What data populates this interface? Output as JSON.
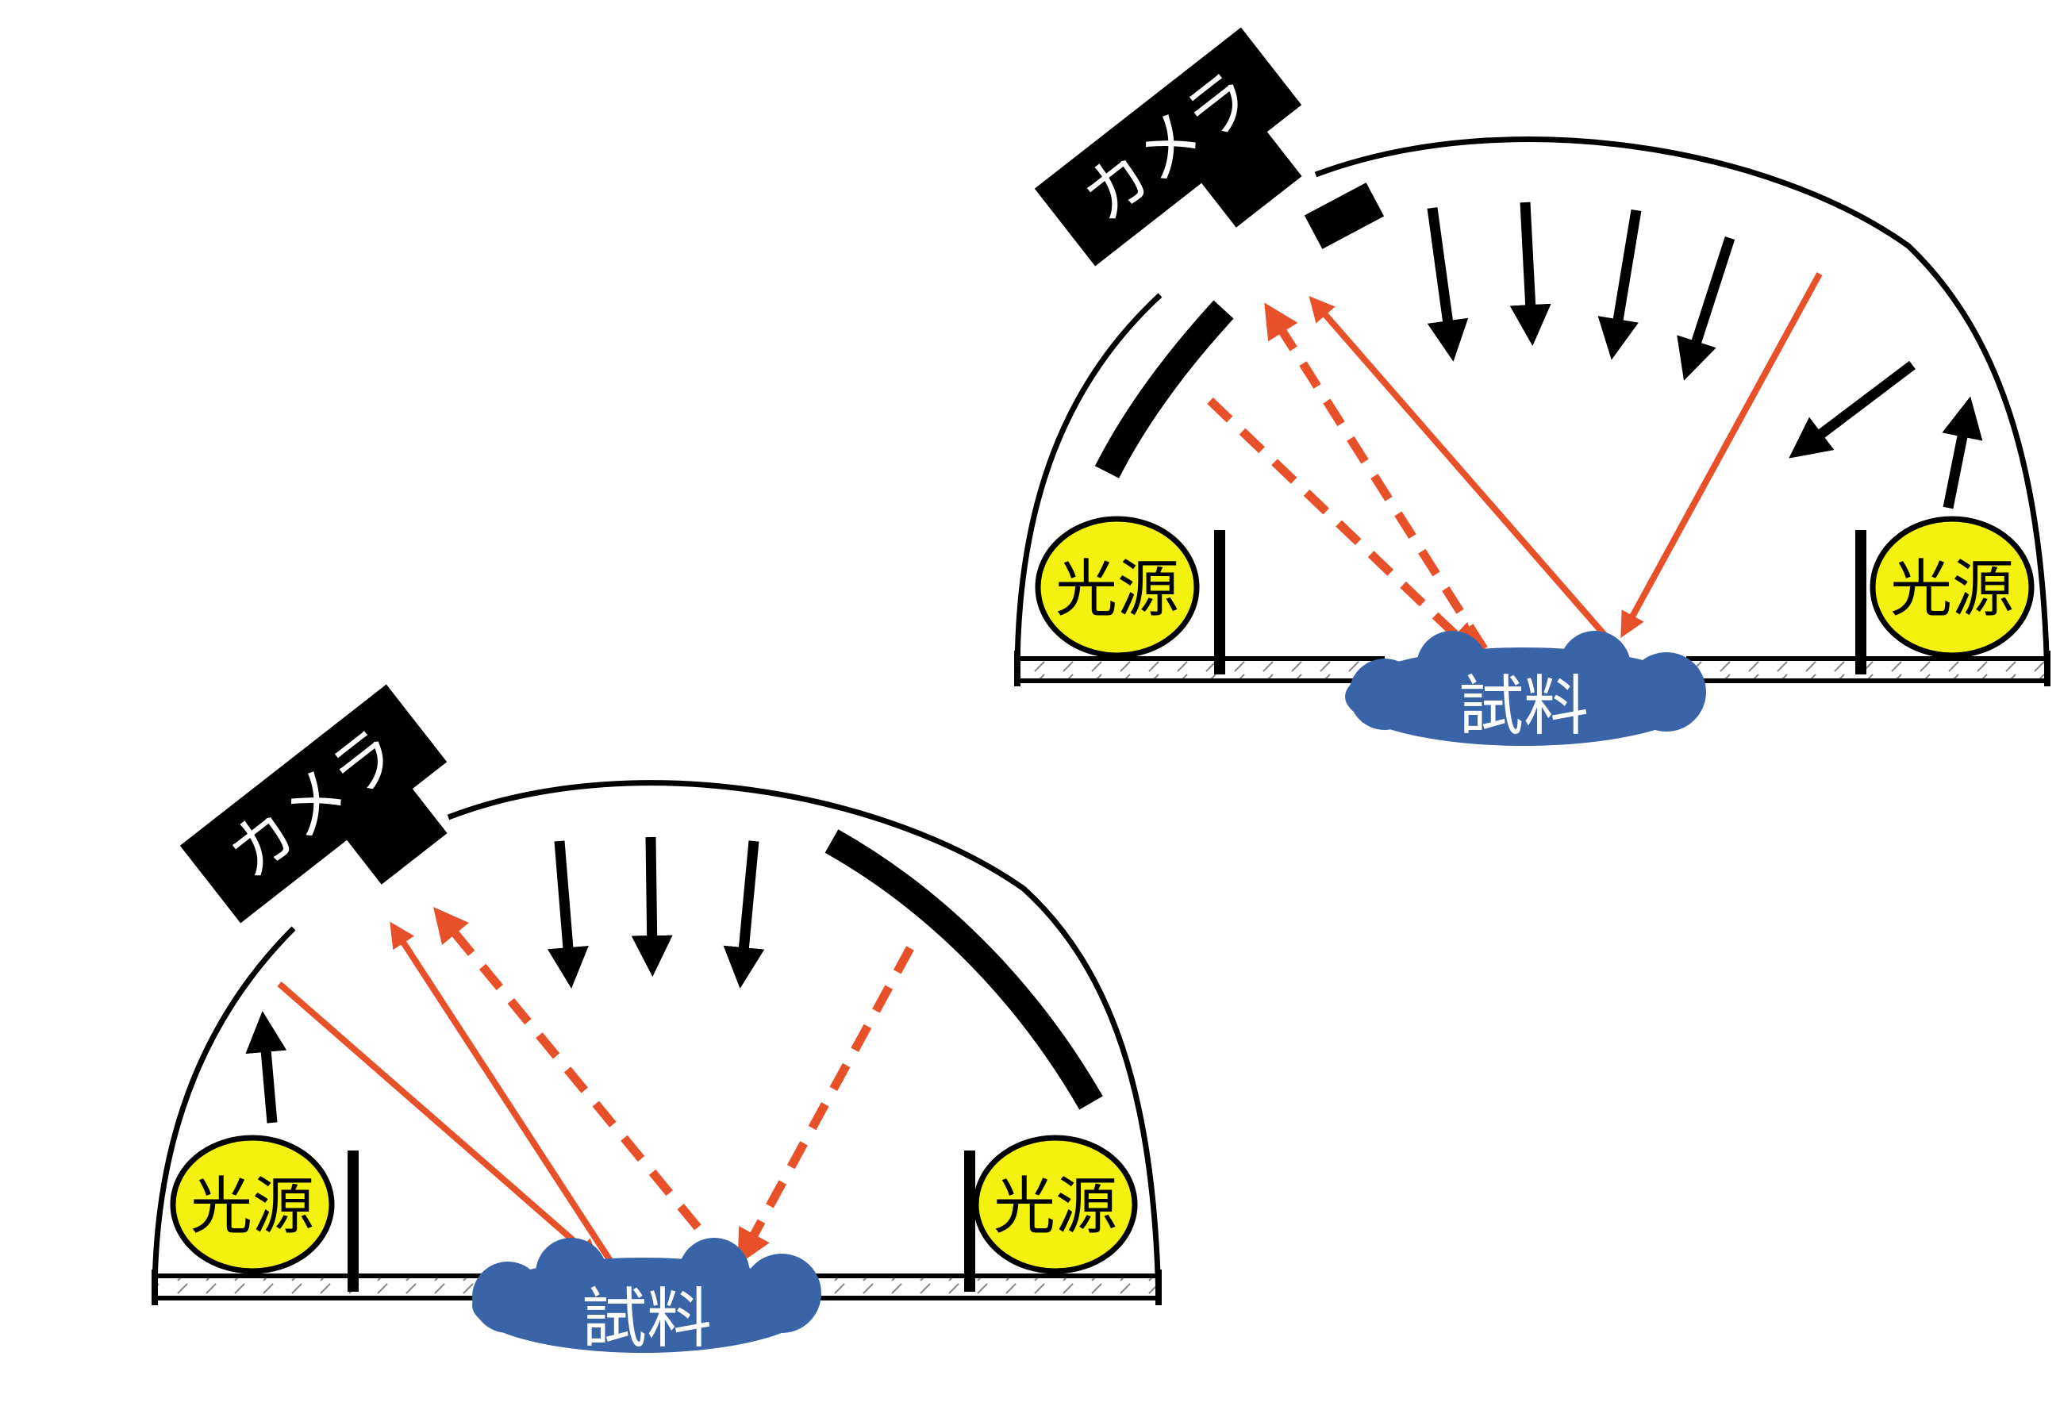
{
  "labels": {
    "camera": "カメラ",
    "light_source": "光源",
    "sample": "試料"
  },
  "colors": {
    "background": "#ffffff",
    "outline": "#000000",
    "ray_red": "#e8502a",
    "light_source_fill": "#f3f20e",
    "sample_fill": "#3a64a8",
    "camera_fill": "#000000",
    "camera_text": "#ffffff",
    "sample_text": "#ffffff"
  },
  "figures": [
    {
      "name": "left-dome-setup",
      "light_sources": 2,
      "camera": 1,
      "sample": 1
    },
    {
      "name": "right-dome-setup",
      "light_sources": 2,
      "camera": 1,
      "sample": 1
    }
  ]
}
